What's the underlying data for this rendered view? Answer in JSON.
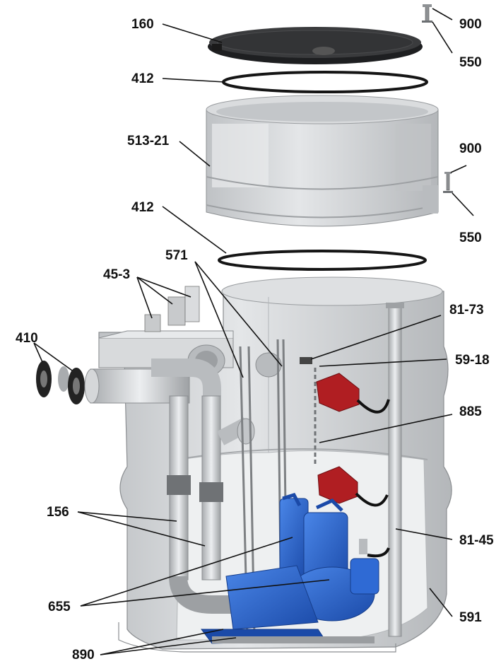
{
  "labels": {
    "l160": "160",
    "l900a": "900",
    "l550a": "550",
    "l412a": "412",
    "l51321": "513-21",
    "l900b": "900",
    "l550b": "550",
    "l412b": "412",
    "l571": "571",
    "l453": "45-3",
    "l8173": "81-73",
    "l410": "410",
    "l5918": "59-18",
    "l885": "885",
    "l156": "156",
    "l8145": "81-45",
    "l655": "655",
    "l591": "591",
    "l890": "890"
  },
  "colors": {
    "tank": "#d4d6d8",
    "tank_dark": "#a9acaf",
    "cover": "#2e2f31",
    "pump": "#2a62c9",
    "float": "#b01e22",
    "pipe": "#c9cbcd",
    "seal": "#555759"
  }
}
